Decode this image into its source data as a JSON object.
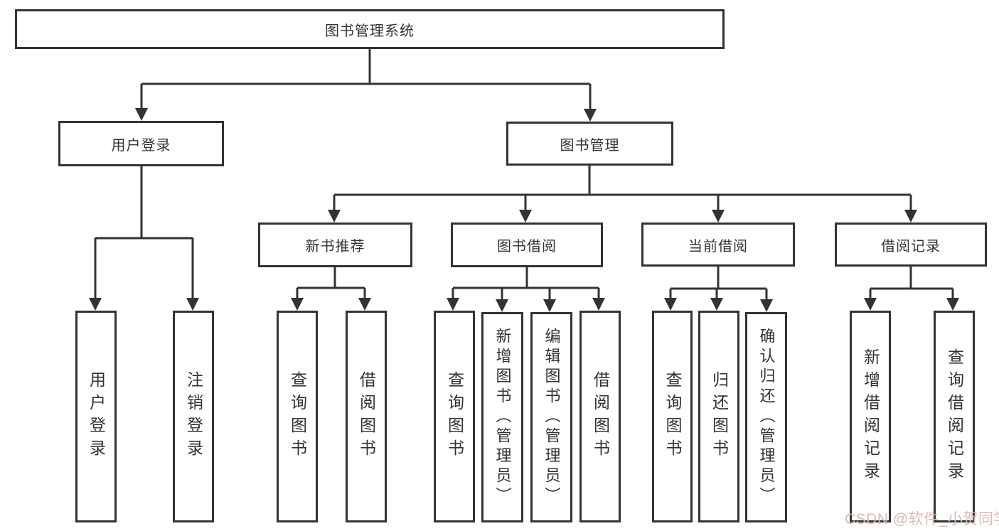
{
  "diagram": {
    "title": "图书管理系统",
    "root": {
      "label": "图书管理系统"
    },
    "branches": [
      {
        "label": "用户登录",
        "children": [
          {
            "label": "用户登录"
          },
          {
            "label": "注销登录"
          }
        ]
      },
      {
        "label": "图书管理",
        "children": [
          {
            "label": "新书推荐",
            "children": [
              {
                "label": "查询图书"
              },
              {
                "label": "借阅图书"
              }
            ]
          },
          {
            "label": "图书借阅",
            "children": [
              {
                "label": "查询图书"
              },
              {
                "label": "新增图书（管理员）"
              },
              {
                "label": "编辑图书（管理员）"
              },
              {
                "label": "借阅图书"
              }
            ]
          },
          {
            "label": "当前借阅",
            "children": [
              {
                "label": "查询图书"
              },
              {
                "label": "归还图书"
              },
              {
                "label": "确认归还（管理员）"
              }
            ]
          },
          {
            "label": "借阅记录",
            "children": [
              {
                "label": "新增借阅记录"
              },
              {
                "label": "查询借阅记录"
              }
            ]
          }
        ]
      }
    ],
    "colors": {
      "line": "#333333",
      "text": "#333333",
      "box_background": "#ffffff"
    }
  },
  "watermark": {
    "text": "CSDN @软件_小贺同学",
    "color": "#d9bab6"
  }
}
